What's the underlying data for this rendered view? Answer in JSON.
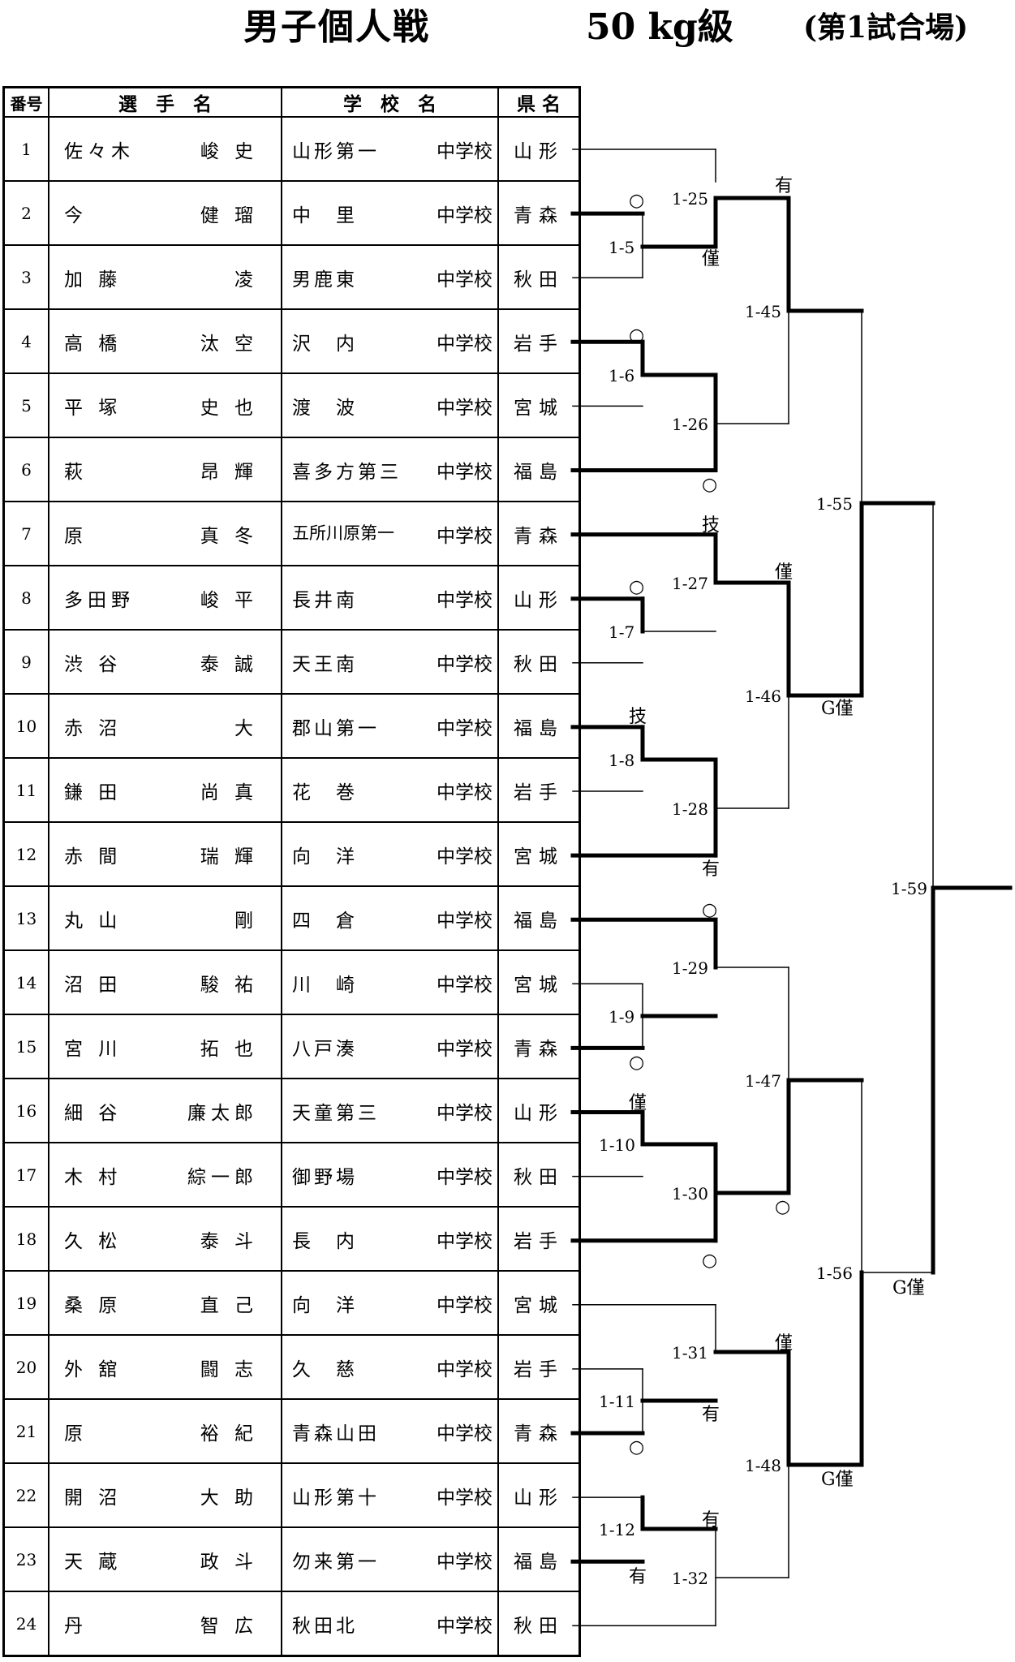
{
  "header": {
    "title": "男子個人戦",
    "weight": "50 kg級",
    "venue": "(第1試合場)"
  },
  "table": {
    "headers": {
      "no": "番号",
      "name": "選　手　名",
      "school": "学　校　名",
      "pref": "県 名"
    },
    "school_suffix": "中学校",
    "players": [
      {
        "no": "1",
        "family": "佐々木",
        "given": "峻 史",
        "school": "山形第一",
        "pref": "山形"
      },
      {
        "no": "2",
        "family": "今",
        "given": "健 瑠",
        "school": "中　里",
        "pref": "青森"
      },
      {
        "no": "3",
        "family": "加 藤",
        "given": "凌",
        "school": "男鹿東",
        "pref": "秋田"
      },
      {
        "no": "4",
        "family": "高 橋",
        "given": "汰 空",
        "school": "沢　内",
        "pref": "岩手"
      },
      {
        "no": "5",
        "family": "平 塚",
        "given": "史 也",
        "school": "渡　波",
        "pref": "宮城"
      },
      {
        "no": "6",
        "family": "萩",
        "given": "昂 輝",
        "school": "喜多方第三",
        "pref": "福島"
      },
      {
        "no": "7",
        "family": "原",
        "given": "真 冬",
        "school": "五所川原第一",
        "pref": "青森"
      },
      {
        "no": "8",
        "family": "多田野",
        "given": "峻 平",
        "school": "長井南",
        "pref": "山形"
      },
      {
        "no": "9",
        "family": "渋 谷",
        "given": "泰 誠",
        "school": "天王南",
        "pref": "秋田"
      },
      {
        "no": "10",
        "family": "赤 沼",
        "given": "大",
        "school": "郡山第一",
        "pref": "福島"
      },
      {
        "no": "11",
        "family": "鎌 田",
        "given": "尚 真",
        "school": "花　巻",
        "pref": "岩手"
      },
      {
        "no": "12",
        "family": "赤 間",
        "given": "瑞 輝",
        "school": "向　洋",
        "pref": "宮城"
      },
      {
        "no": "13",
        "family": "丸 山",
        "given": "剛",
        "school": "四　倉",
        "pref": "福島"
      },
      {
        "no": "14",
        "family": "沼 田",
        "given": "駿 祐",
        "school": "川　崎",
        "pref": "宮城"
      },
      {
        "no": "15",
        "family": "宮 川",
        "given": "拓 也",
        "school": "八戸湊",
        "pref": "青森"
      },
      {
        "no": "16",
        "family": "細 谷",
        "given": "廉太郎",
        "school": "天童第三",
        "pref": "山形"
      },
      {
        "no": "17",
        "family": "木 村",
        "given": "綜一郎",
        "school": "御野場",
        "pref": "秋田"
      },
      {
        "no": "18",
        "family": "久 松",
        "given": "泰 斗",
        "school": "長　内",
        "pref": "岩手"
      },
      {
        "no": "19",
        "family": "桑 原",
        "given": "直 己",
        "school": "向　洋",
        "pref": "宮城"
      },
      {
        "no": "20",
        "family": "外 舘",
        "given": "闘 志",
        "school": "久　慈",
        "pref": "岩手"
      },
      {
        "no": "21",
        "family": "原",
        "given": "裕 紀",
        "school": "青森山田",
        "pref": "青森"
      },
      {
        "no": "22",
        "family": "開 沼",
        "given": "大 助",
        "school": "山形第十",
        "pref": "山形"
      },
      {
        "no": "23",
        "family": "天 蔵",
        "given": "政 斗",
        "school": "勿来第一",
        "pref": "福島"
      },
      {
        "no": "24",
        "family": "丹",
        "given": "智 広",
        "school": "秋田北",
        "pref": "秋田"
      }
    ]
  },
  "bracket": {
    "matches": {
      "m1_5": "1-5",
      "m1_6": "1-6",
      "m1_7": "1-7",
      "m1_8": "1-8",
      "m1_9": "1-9",
      "m1_10": "1-10",
      "m1_11": "1-11",
      "m1_12": "1-12",
      "m1_25": "1-25",
      "m1_26": "1-26",
      "m1_27": "1-27",
      "m1_28": "1-28",
      "m1_29": "1-29",
      "m1_30": "1-30",
      "m1_31": "1-31",
      "m1_32": "1-32",
      "m1_45": "1-45",
      "m1_46": "1-46",
      "m1_47": "1-47",
      "m1_48": "1-48",
      "m1_55": "1-55",
      "m1_56": "1-56",
      "m1_59": "1-59"
    },
    "results": {
      "r1_5": "○",
      "r1_6": "○",
      "r1_7": "○",
      "r1_8": "技",
      "r1_9": "○",
      "r1_10": "僅",
      "r1_11": "○",
      "r1_12": "有",
      "r1_25": "僅",
      "r1_26": "○",
      "r1_27": "技",
      "r1_28": "有",
      "r1_29": "○",
      "r1_30": "○",
      "r1_31": "有",
      "r1_32": "有",
      "r1_45": "有",
      "r1_46": "僅",
      "r1_47": "○",
      "r1_48": "僅",
      "r1_55": "G僅",
      "r1_56": "G僅",
      "r1_59": "G僅"
    },
    "colors": {
      "line": "#000000"
    }
  }
}
